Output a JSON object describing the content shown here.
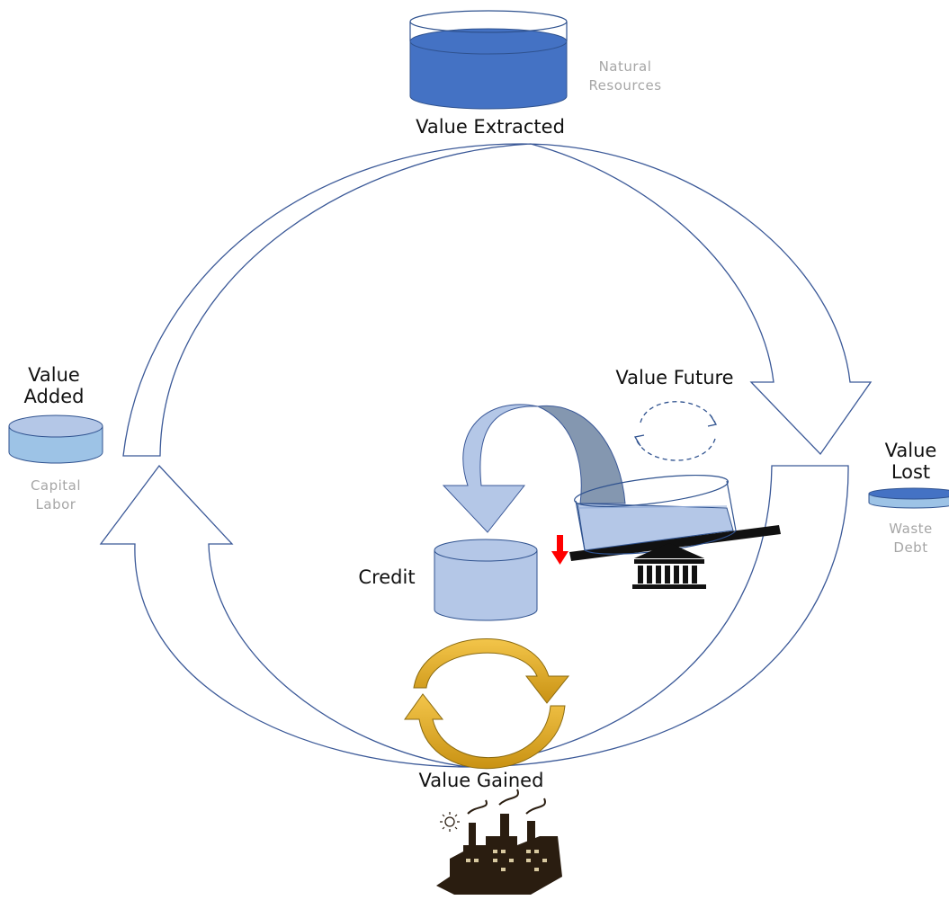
{
  "labels": {
    "value_extracted": "Value Extracted",
    "natural_resources_1": "Natural",
    "natural_resources_2": "Resources",
    "value_added_1": "Value",
    "value_added_2": "Added",
    "capital": "Capital",
    "labor": "Labor",
    "value_lost_1": "Value",
    "value_lost_2": "Lost",
    "waste": "Waste",
    "debt": "Debt",
    "value_future": "Value Future",
    "credit": "Credit",
    "value_gained": "Value Gained"
  },
  "colors": {
    "outline_blue": "#3b5998",
    "tank_dark": "#4472c4",
    "tank_light": "#b4c7e7",
    "gold": "#e8b32a",
    "red": "#ff0000",
    "icon_dark": "#1a1a1a"
  }
}
